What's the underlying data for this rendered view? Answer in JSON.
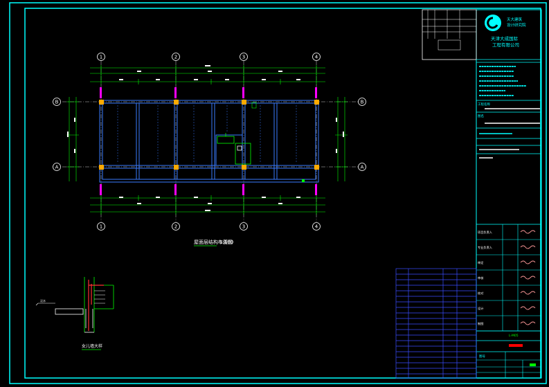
{
  "drawing": {
    "plan_title": "屋面层结构布置图",
    "plan_scale": "1:100",
    "detail_title": "女儿墙大样",
    "detail_note": "泛水",
    "axes_x": [
      "1",
      "2",
      "3",
      "4"
    ],
    "axes_y": [
      "B",
      "A"
    ]
  },
  "title_block": {
    "company_name_line1": "天津大成国际",
    "company_name_line2": "工程有限公司",
    "logo_text_1": "天大建筑",
    "logo_text_2": "设计研究院",
    "project_label": "工程名称",
    "drawing_label": "图名",
    "number_label": "图号",
    "stage_stamp": "L-M05",
    "rows": [
      "项目负责人",
      "专业负责人",
      "审定",
      "审核",
      "校对",
      "设计",
      "制图"
    ]
  },
  "colors": {
    "frame": "#00ffff",
    "beams": "#3a7bff",
    "dims": "#00ff00",
    "text_white": "#ffffff",
    "axis_bubble": "#ffffff",
    "walls": "#ff3333",
    "columns": "#ffff00",
    "blocks": "#5555ff"
  }
}
